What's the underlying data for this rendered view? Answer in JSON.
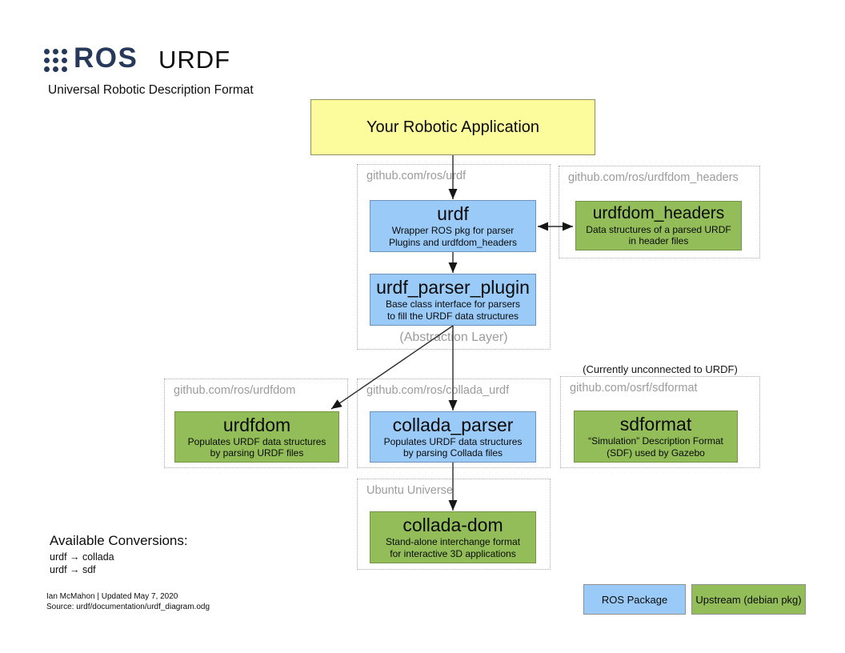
{
  "colors": {
    "ros-navy": "#26395a",
    "box-yellow": "#fcfc9c",
    "box-blue": "#9acaf7",
    "box-green": "#92bd58",
    "muted": "#9b9b9b"
  },
  "header": {
    "logo_text": "ROS",
    "title": "URDF",
    "subtitle": "Universal Robotic Description Format"
  },
  "app_node": {
    "title": "Your Robotic Application"
  },
  "groups": {
    "urdf": {
      "label": "github.com/ros/urdf",
      "footer": "(Abstraction Layer)"
    },
    "urdfdom_headers": {
      "label": "github.com/ros/urdfdom_headers"
    },
    "urdfdom": {
      "label": "github.com/ros/urdfdom"
    },
    "collada_urdf": {
      "label": "github.com/ros/collada_urdf"
    },
    "sdformat": {
      "label": "github.com/osrf/sdformat",
      "note": "(Currently unconnected to URDF)"
    },
    "ubuntu": {
      "label": "Ubuntu Universe"
    }
  },
  "nodes": {
    "urdf": {
      "title": "urdf",
      "desc": "Wrapper ROS pkg for parser\nPlugins and urdfdom_headers"
    },
    "urdfdom_headers": {
      "title": "urdfdom_headers",
      "desc": "Data structures of a parsed URDF\nin header files"
    },
    "urdf_parser_plugin": {
      "title": "urdf_parser_plugin",
      "desc": "Base class interface for parsers\nto fill the URDF data structures"
    },
    "urdfdom": {
      "title": "urdfdom",
      "desc": "Populates URDF data structures\nby parsing URDF files"
    },
    "collada_parser": {
      "title": "collada_parser",
      "desc": "Populates URDF data structures\nby parsing Collada files"
    },
    "sdformat": {
      "title": "sdformat",
      "desc": "“Simulation” Description Format\n(SDF) used by Gazebo"
    },
    "collada_dom": {
      "title": "collada-dom",
      "desc": "Stand-alone interchange format\nfor interactive 3D applications"
    }
  },
  "conversions": {
    "heading": "Available Conversions:",
    "items": [
      "urdf  →  collada",
      "urdf  →  sdf"
    ]
  },
  "credits": {
    "line1": "Ian McMahon | Updated May 7, 2020",
    "line2": "Source: urdf/documentation/urdf_diagram.odg"
  },
  "legend": {
    "ros": "ROS Package",
    "upstream": "Upstream (debian pkg)"
  }
}
